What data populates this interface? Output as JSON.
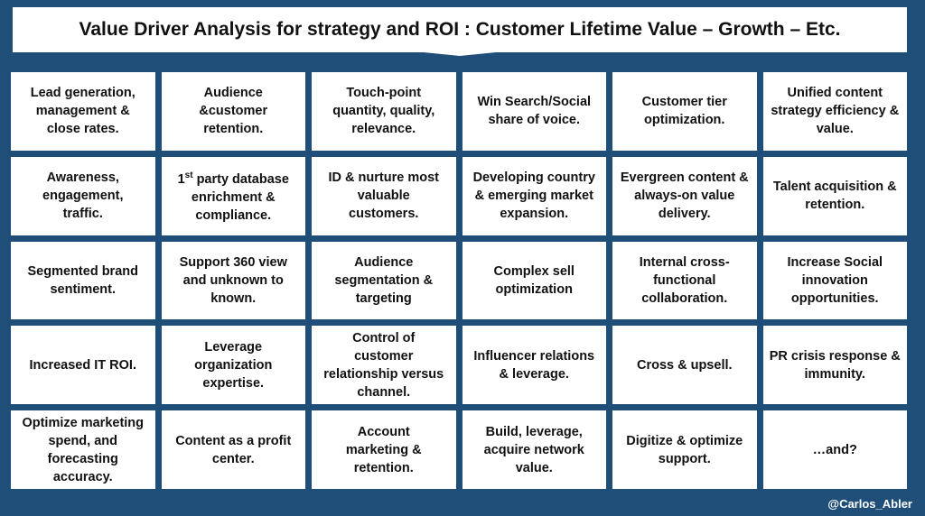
{
  "title": "Value Driver Analysis for strategy and ROI : Customer Lifetime Value – Growth – Etc.",
  "credit": "@Carlos_Abler",
  "colors": {
    "background": "#1f4e79",
    "cell": "#ffffff",
    "text": "#111111"
  },
  "cells": [
    "Lead generation,\nmanagement &\nclose rates.",
    "Audience\n&customer\nretention.",
    "Touch-point\nquantity, quality,\nrelevance.",
    "Win Search/Social\nshare of voice.",
    "Customer tier\noptimization.",
    "Unified content\nstrategy efficiency &\nvalue.",
    "Awareness,\nengagement,\ntraffic.",
    "1st party database\nenrichment &\ncompliance.",
    "ID & nurture most\nvaluable\ncustomers.",
    "Developing country\n& emerging market\nexpansion.",
    "Evergreen content &\nalways-on value\ndelivery.",
    "Talent acquisition &\nretention.",
    "Segmented brand\nsentiment.",
    "Support 360 view\nand unknown to\nknown.",
    "Audience\nsegmentation &\ntargeting",
    "Complex sell\noptimization",
    "Internal cross-\nfunctional\ncollaboration.",
    "Increase Social\ninnovation\nopportunities.",
    "Increased IT ROI.",
    "Leverage\norganization\nexpertise.",
    "Control of\ncustomer\nrelationship versus\nchannel.",
    "Influencer relations\n& leverage.",
    "Cross & upsell.",
    "PR crisis response &\nimmunity.",
    "Optimize marketing\nspend, and\nforecasting\naccuracy.",
    "Content as a profit\ncenter.",
    "Account\nmarketing &\nretention.",
    "Build, leverage,\nacquire network\nvalue.",
    "Digitize & optimize\nsupport.",
    "…and?"
  ]
}
